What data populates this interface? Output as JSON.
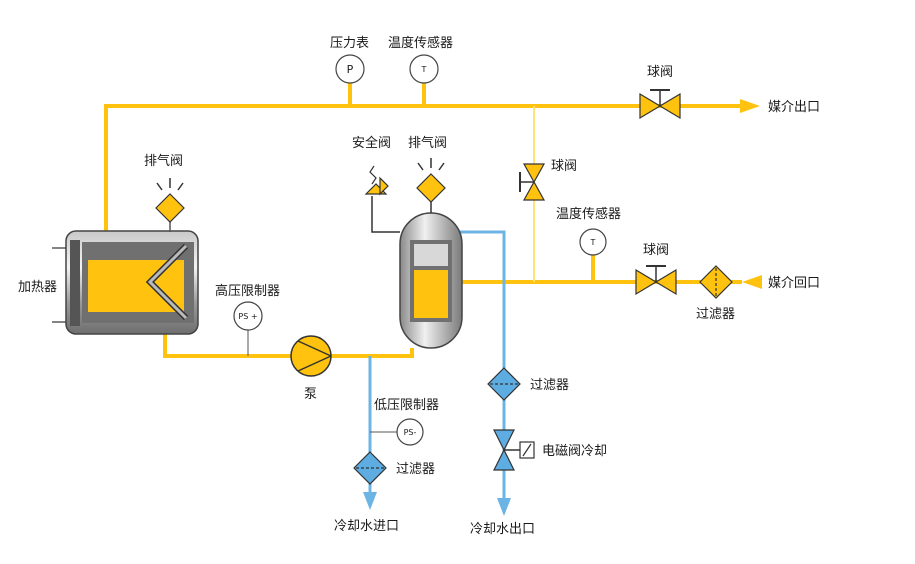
{
  "labels": {
    "pressure_gauge_top": "压力表",
    "temp_sensor_top": "温度传感器",
    "ball_valve_top": "球阀",
    "medium_outlet": "媒介出口",
    "vent_valve_heater": "排气阀",
    "safety_valve": "安全阀",
    "vent_valve_tank": "排气阀",
    "ball_valve_vertical": "球阀",
    "temp_sensor_right": "温度传感器",
    "ball_valve_return": "球阀",
    "medium_return": "媒介回口",
    "filter_return": "过滤器",
    "heater": "加热器",
    "high_pressure_limiter": "高压限制器",
    "pump": "泵",
    "filter_cooling_out": "过滤器",
    "low_pressure_limiter": "低压限制器",
    "solenoid_cooling": "电磁阀冷却",
    "filter_cooling_in": "过滤器",
    "cooling_water_inlet": "冷却水进口",
    "cooling_water_outlet": "冷却水出口"
  },
  "gauges": {
    "pressure": "P",
    "temperature_top": "T",
    "temperature_right": "T",
    "high_pressure": "PS +",
    "low_pressure": "PS-"
  },
  "colors": {
    "medium_pipe": "#FFC20E",
    "cooling_pipe": "#6CB4E4",
    "valve_fill": "#FFC20E",
    "filter_cooling_fill": "#5DADE2"
  }
}
